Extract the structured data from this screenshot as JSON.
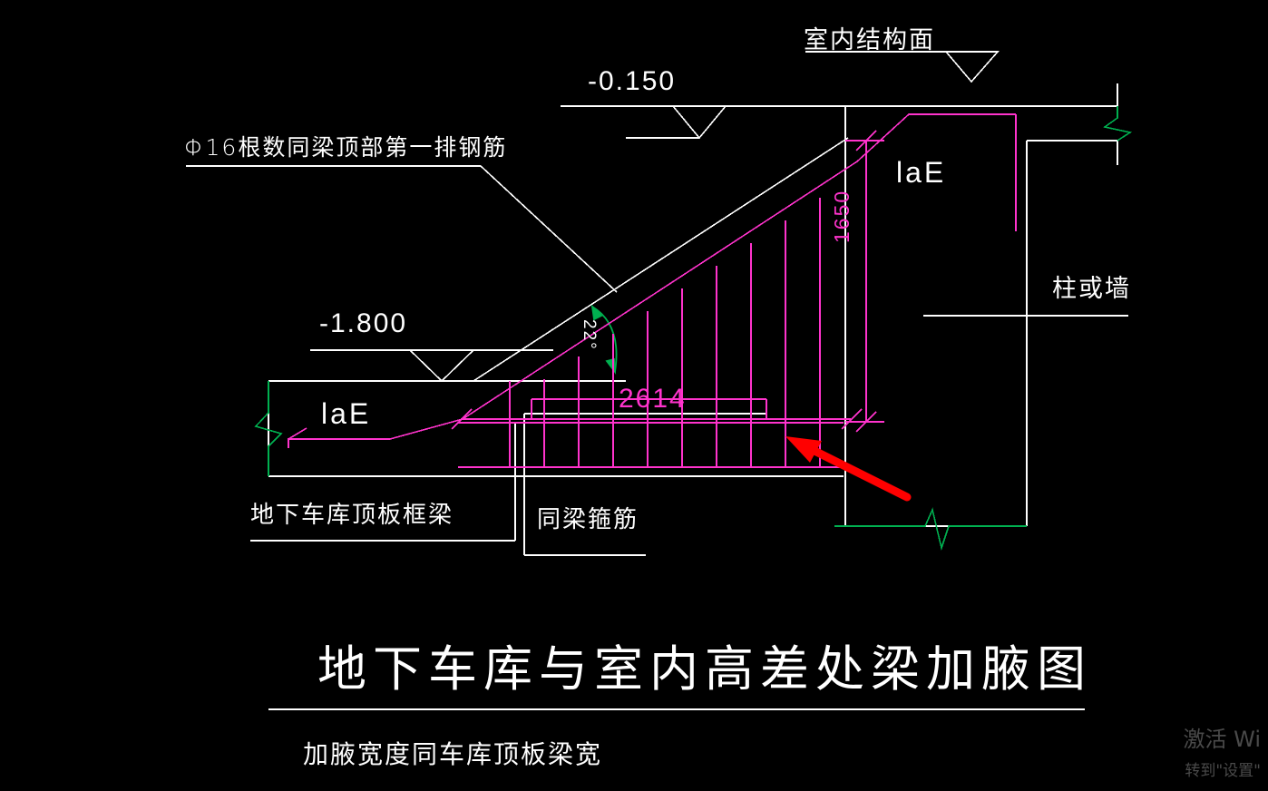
{
  "drawing": {
    "title": "地下车库与室内高差处梁加腋图",
    "subtitle": "加腋宽度同车库顶板梁宽",
    "background_color": "#000000",
    "line_color_white": "#ffffff",
    "line_color_pink": "#ff33cc",
    "line_color_green": "#00b050",
    "arrow_color": "#ff0000"
  },
  "annotations": {
    "rebar_note": "Φ16根数同梁顶部第一排钢筋",
    "indoor_structure_face": "室内结构面",
    "level_upper": "-0.150",
    "level_lower": "-1.800",
    "anchorage_left": "laE",
    "anchorage_right": "laE",
    "dim_vertical": "1650",
    "dim_horizontal": "2614",
    "angle": "22°",
    "column_or_wall": "柱或墙",
    "basement_roof_frame_beam": "地下车库顶板框梁",
    "same_beam_stirrup": "同梁箍筋"
  },
  "watermark": {
    "line1": "激活 Wi",
    "line2": "转到\"设置\""
  }
}
